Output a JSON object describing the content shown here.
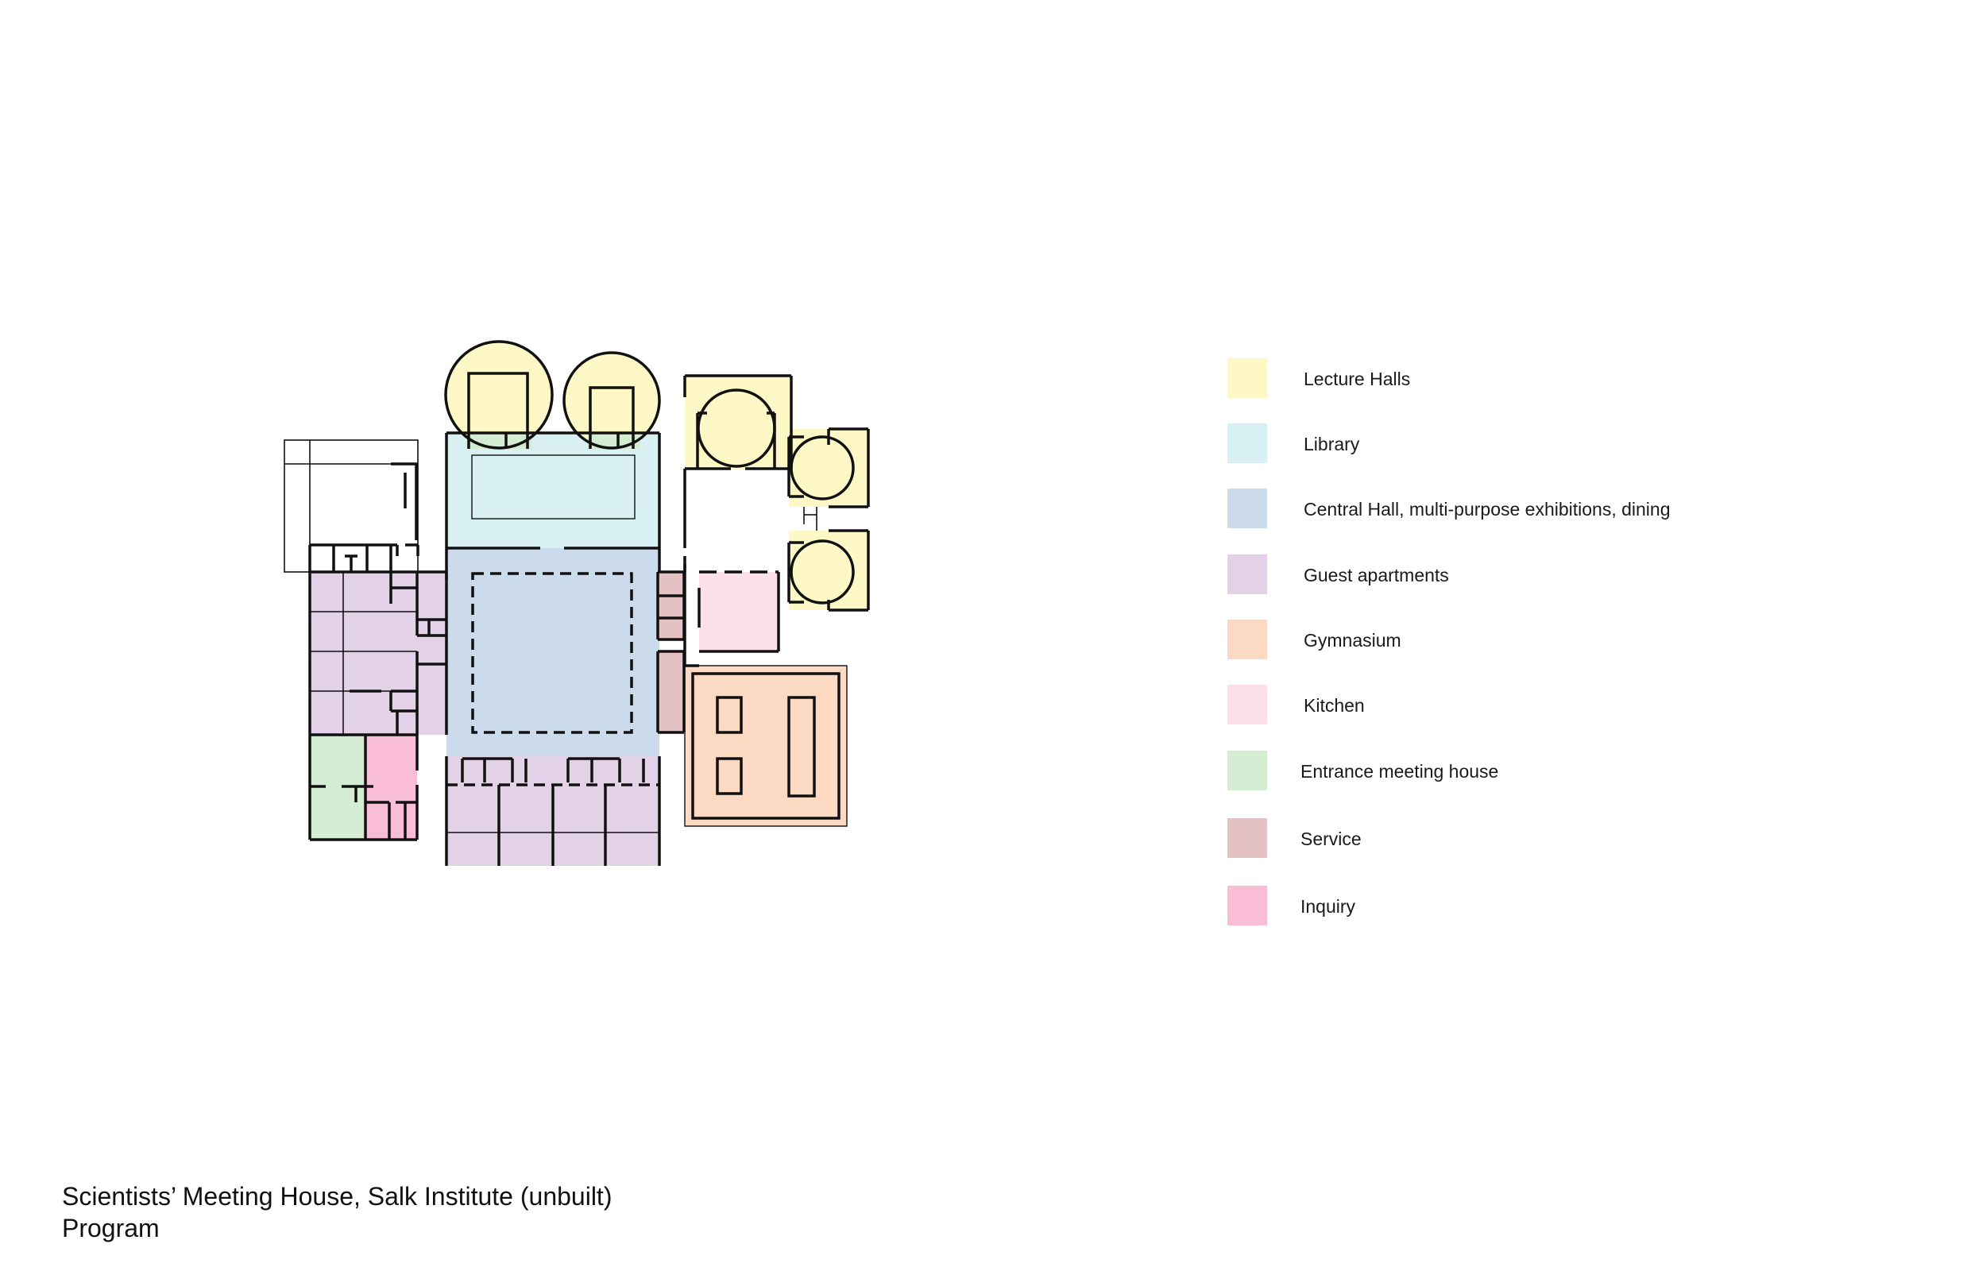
{
  "caption": {
    "title": "Scientists’ Meeting House, Salk Institute (unbuilt)",
    "subtitle": "Program"
  },
  "colors": {
    "lecture": "#fdf8c6",
    "library": "#d9f0f3",
    "central": "#ccdbec",
    "guest": "#e2d1e7",
    "gym": "#fcd9c3",
    "kitchen": "#fde1e9",
    "entrance": "#d3ecd2",
    "service": "#e4c2c4",
    "inquiry": "#f9bed5",
    "wall": "#111111"
  },
  "legend": {
    "items": [
      {
        "label": "Lecture Halls",
        "color": "#fdf8c6"
      },
      {
        "label": "Library",
        "color": "#d9f0f3"
      },
      {
        "label": "Central Hall, multi-purpose exhibitions, dining",
        "color": "#ccdbec"
      },
      {
        "label": "Guest apartments",
        "color": "#e2d1e7"
      },
      {
        "label": "Gymnasium",
        "color": "#fcd9c3"
      },
      {
        "label": "Kitchen",
        "color": "#fde1e9"
      },
      {
        "label": "Entrance meeting house",
        "color": "#d3ecd2"
      },
      {
        "label": "Service",
        "color": "#e4c2c4"
      },
      {
        "label": "Inquiry",
        "color": "#f9bed5"
      }
    ]
  }
}
